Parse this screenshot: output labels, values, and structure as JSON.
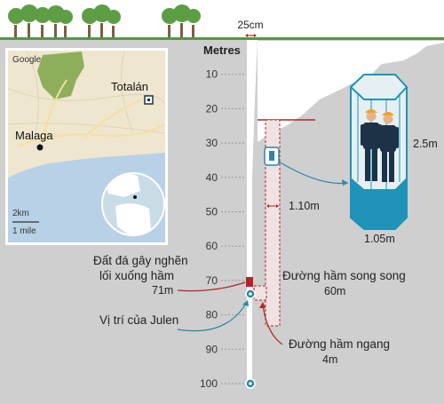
{
  "surface_width_label": "25cm",
  "depth_axis": {
    "unit_label": "Metres",
    "ticks": [
      10,
      20,
      30,
      40,
      50,
      60,
      70,
      80,
      90,
      100
    ],
    "max": 100
  },
  "map": {
    "brand": "Google",
    "town_label": "Totalán",
    "city_label": "Malaga",
    "scale_km": "2km",
    "scale_mile": "1 mile",
    "colors": {
      "sea": "#b9d1e6",
      "land": "#efe6cf",
      "park": "#8fae5c",
      "road": "#f6e9a8"
    }
  },
  "capsule": {
    "height_label": "2.5m",
    "width_label": "1.05m",
    "color": "#1f93b8"
  },
  "rescue_shaft": {
    "width_label": "1.10m",
    "color": "#b22525"
  },
  "annotations": {
    "blockage": {
      "line1": "Đất đá gây nghẽn",
      "line2": "lối xuống hầm",
      "depth": "71m"
    },
    "julen": {
      "text": "Vị trí của Julen"
    },
    "parallel": {
      "text": "Đường hầm song song",
      "depth": "60m"
    },
    "horizontal": {
      "text": "Đường hầm ngang",
      "depth": "4m"
    }
  },
  "colors": {
    "ground": "#cfcfcf",
    "grass": "#4f9a3c",
    "accent_red": "#b22525",
    "accent_blue": "#2b86a6"
  }
}
